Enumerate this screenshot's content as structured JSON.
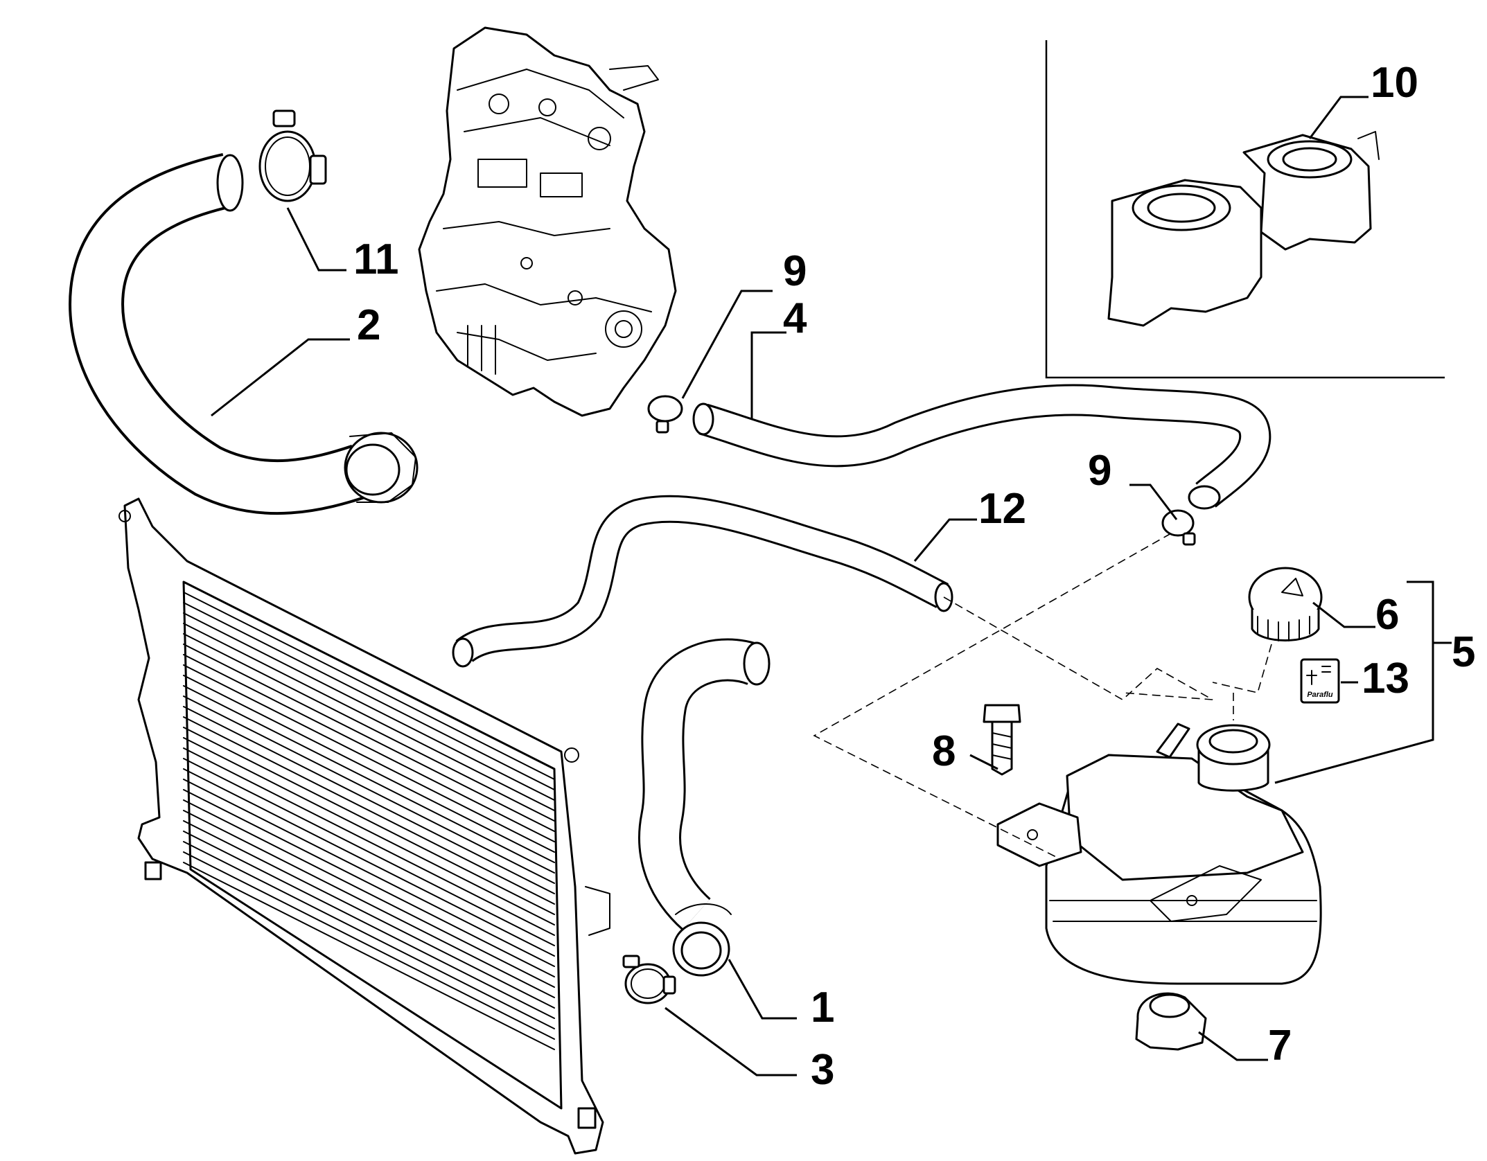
{
  "diagram": {
    "callouts": [
      "1",
      "2",
      "3",
      "4",
      "5",
      "6",
      "7",
      "8",
      "9",
      "9",
      "10",
      "11",
      "12",
      "13"
    ],
    "sticker_text": "Paraflu"
  },
  "colors": {
    "ink": "#000000",
    "paper": "#ffffff"
  },
  "parts": [
    {
      "callout": "1",
      "icon": "lower-radiator-hose-icon"
    },
    {
      "callout": "2",
      "icon": "upper-radiator-hose-icon"
    },
    {
      "callout": "3",
      "icon": "hose-clamp-icon"
    },
    {
      "callout": "4",
      "icon": "heater-hose-icon"
    },
    {
      "callout": "5",
      "icon": "expansion-tank-assembly-icon"
    },
    {
      "callout": "6",
      "icon": "reservoir-cap-icon"
    },
    {
      "callout": "7",
      "icon": "rubber-mount-icon"
    },
    {
      "callout": "8",
      "icon": "bolt-icon"
    },
    {
      "callout": "9",
      "icon": "small-hose-clip-icon"
    },
    {
      "callout": "10",
      "icon": "hose-bracket-icon"
    },
    {
      "callout": "11",
      "icon": "hose-clamp-icon"
    },
    {
      "callout": "12",
      "icon": "bleed-hose-icon"
    },
    {
      "callout": "13",
      "icon": "coolant-label-icon"
    }
  ]
}
